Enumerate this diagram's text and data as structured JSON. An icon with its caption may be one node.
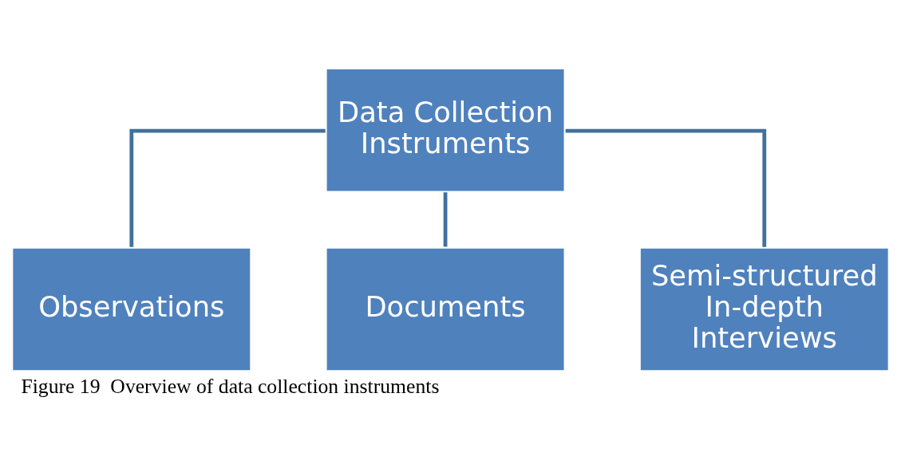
{
  "diagram": {
    "caption": "Figure 19  Overview of data collection instruments",
    "nodes": [
      {
        "text": [
          "Data Collection Instruments"
        ]
      },
      {
        "text": [
          "Observations"
        ]
      },
      {
        "text": [
          "Documents"
        ]
      },
      {
        "text": [
          "Semi-structured In-depth Interviews"
        ]
      }
    ],
    "edges": [
      {
        "from": 0,
        "to": 1,
        "arrow": "none"
      },
      {
        "from": 0,
        "to": 2,
        "arrow": "none"
      },
      {
        "from": 0,
        "to": 3,
        "arrow": "none"
      }
    ]
  }
}
